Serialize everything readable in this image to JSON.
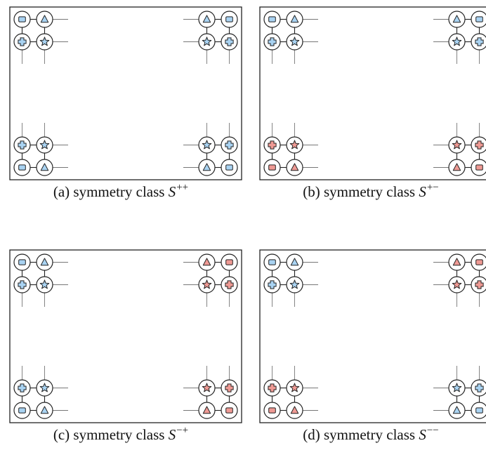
{
  "colors": {
    "blue": "#a9d3f2",
    "red": "#ef9a94",
    "line": "#222222",
    "lead": "#777777"
  },
  "icon_names": {
    "sq": "square",
    "tri": "triangle",
    "cross": "cross",
    "star": "star"
  },
  "panels": [
    {
      "id": "a",
      "caption_prefix": "(a) symmetry class",
      "caption_symbol": "S",
      "caption_sup": "++",
      "corners": {
        "tl": [
          "blue",
          "blue",
          "blue",
          "blue"
        ],
        "tr": [
          "blue",
          "blue",
          "blue",
          "blue"
        ],
        "bl": [
          "blue",
          "blue",
          "blue",
          "blue"
        ],
        "br": [
          "blue",
          "blue",
          "blue",
          "blue"
        ]
      }
    },
    {
      "id": "b",
      "caption_prefix": "(b) symmetry class",
      "caption_symbol": "S",
      "caption_sup": "+−",
      "corners": {
        "tl": [
          "blue",
          "blue",
          "blue",
          "blue"
        ],
        "tr": [
          "blue",
          "blue",
          "blue",
          "blue"
        ],
        "bl": [
          "red",
          "red",
          "red",
          "red"
        ],
        "br": [
          "red",
          "red",
          "red",
          "red"
        ]
      }
    },
    {
      "id": "c",
      "caption_prefix": "(c) symmetry class",
      "caption_symbol": "S",
      "caption_sup": "−+",
      "corners": {
        "tl": [
          "blue",
          "blue",
          "blue",
          "blue"
        ],
        "tr": [
          "red",
          "red",
          "red",
          "red"
        ],
        "bl": [
          "blue",
          "blue",
          "blue",
          "blue"
        ],
        "br": [
          "red",
          "red",
          "red",
          "red"
        ]
      }
    },
    {
      "id": "d",
      "caption_prefix": "(d) symmetry class",
      "caption_symbol": "S",
      "caption_sup": "−−",
      "corners": {
        "tl": [
          "blue",
          "blue",
          "blue",
          "blue"
        ],
        "tr": [
          "red",
          "red",
          "red",
          "red"
        ],
        "bl": [
          "red",
          "red",
          "red",
          "red"
        ],
        "br": [
          "blue",
          "blue",
          "blue",
          "blue"
        ]
      }
    }
  ]
}
